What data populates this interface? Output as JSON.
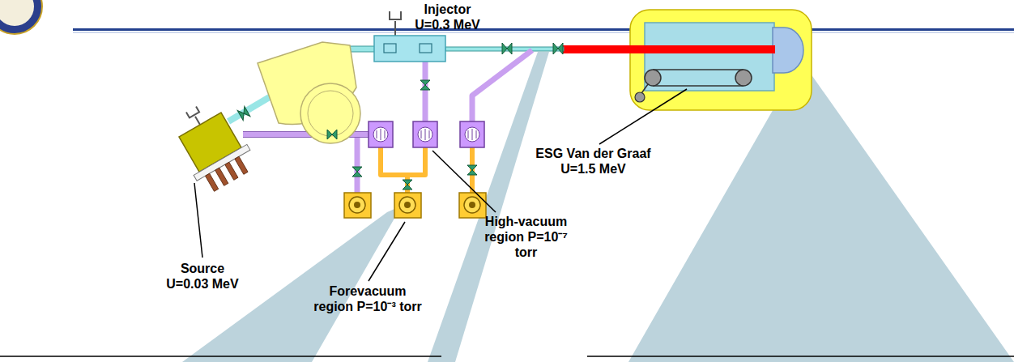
{
  "diagram": {
    "labels": [
      "Injector U=0.3 MeV",
      "ESG Van der Graaf U=1.5 MeV",
      "High-vacuum region P=10⁻⁷ torr",
      "Source U=0.03 MeV",
      "Forevacuum region P=10⁻³ torr"
    ]
  }
}
